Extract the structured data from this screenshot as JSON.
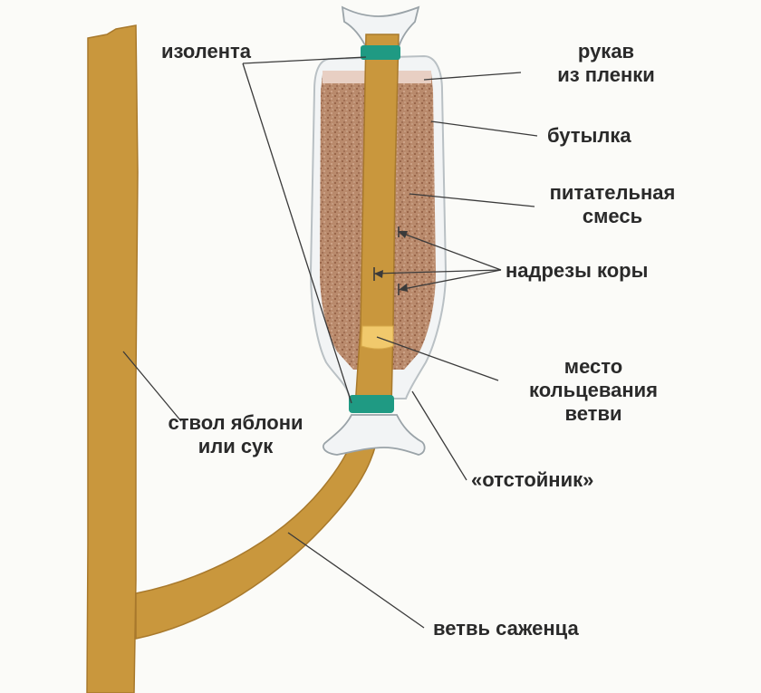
{
  "colors": {
    "wood": "#c9973d",
    "wood_edge": "#a8792c",
    "soil": "#b78669",
    "tape": "#1f9a83",
    "cut_ring": "#f1c96c",
    "bottle": "#f3f5f6",
    "line": "#3a3a3a"
  },
  "labels": {
    "tape": "изолента",
    "film_sleeve": "рукав\nиз пленки",
    "bottle": "бутылка",
    "nutrient_mix": "питательная\nсмесь",
    "bark_cuts": "надрезы коры",
    "ringing_site": "место\nкольцевания\nветви",
    "sump": "«отстойник»",
    "trunk": "ствол яблони\nили сук",
    "seedling_branch": "ветвь саженца"
  }
}
